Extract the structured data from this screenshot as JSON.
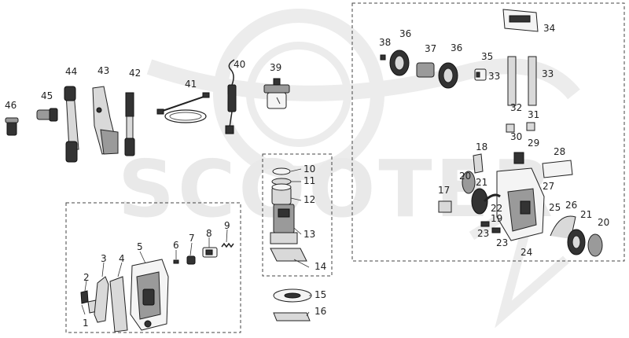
{
  "watermark": {
    "text": "SCOOTER"
  },
  "callouts": [
    "1",
    "2",
    "3",
    "4",
    "5",
    "6",
    "7",
    "8",
    "9",
    "10",
    "11",
    "12",
    "13",
    "14",
    "15",
    "16",
    "17",
    "18",
    "19",
    "20",
    "20",
    "21",
    "21",
    "22",
    "23",
    "23",
    "24",
    "25",
    "26",
    "27",
    "28",
    "29",
    "30",
    "31",
    "32",
    "33",
    "33",
    "34",
    "35",
    "36",
    "36",
    "37",
    "38",
    "39",
    "40",
    "41",
    "42",
    "43",
    "44",
    "45",
    "46"
  ]
}
